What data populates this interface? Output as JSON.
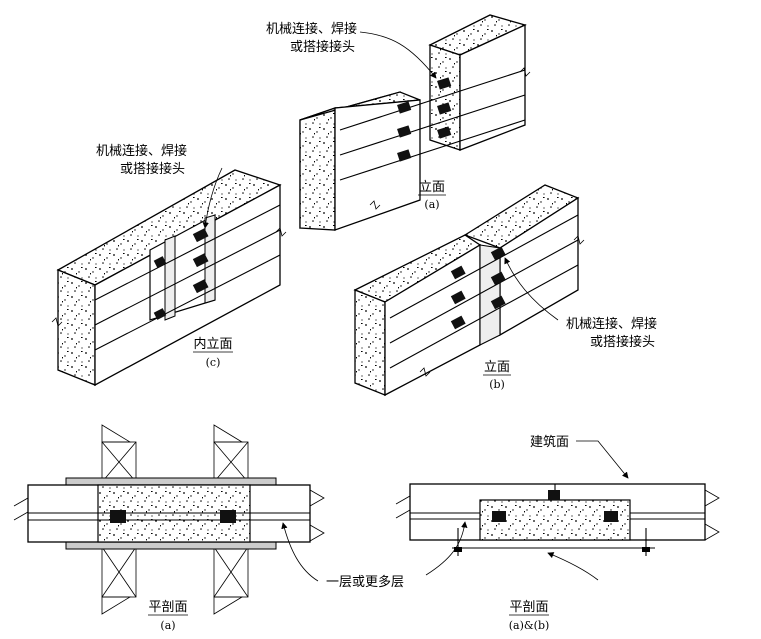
{
  "figure": {
    "callouts": {
      "top_connection": [
        "机械连接、焊接",
        "或搭接接头"
      ],
      "left_connection": [
        "机械连接、焊接",
        "或搭接接头"
      ],
      "right_connection": [
        "机械连接、焊接",
        "或搭接接头"
      ],
      "building_face": "建筑面",
      "layers": "一层或更多层"
    },
    "views": {
      "elev_a": {
        "title": "立面",
        "sub": "(a)"
      },
      "elev_b": {
        "title": "立面",
        "sub": "(b)"
      },
      "elev_c": {
        "title": "内立面",
        "sub": "(c)"
      },
      "plan_a": {
        "title": "平剖面",
        "sub": "(a)"
      },
      "plan_ab": {
        "title": "平剖面",
        "sub": "(a)&(b)"
      }
    }
  }
}
